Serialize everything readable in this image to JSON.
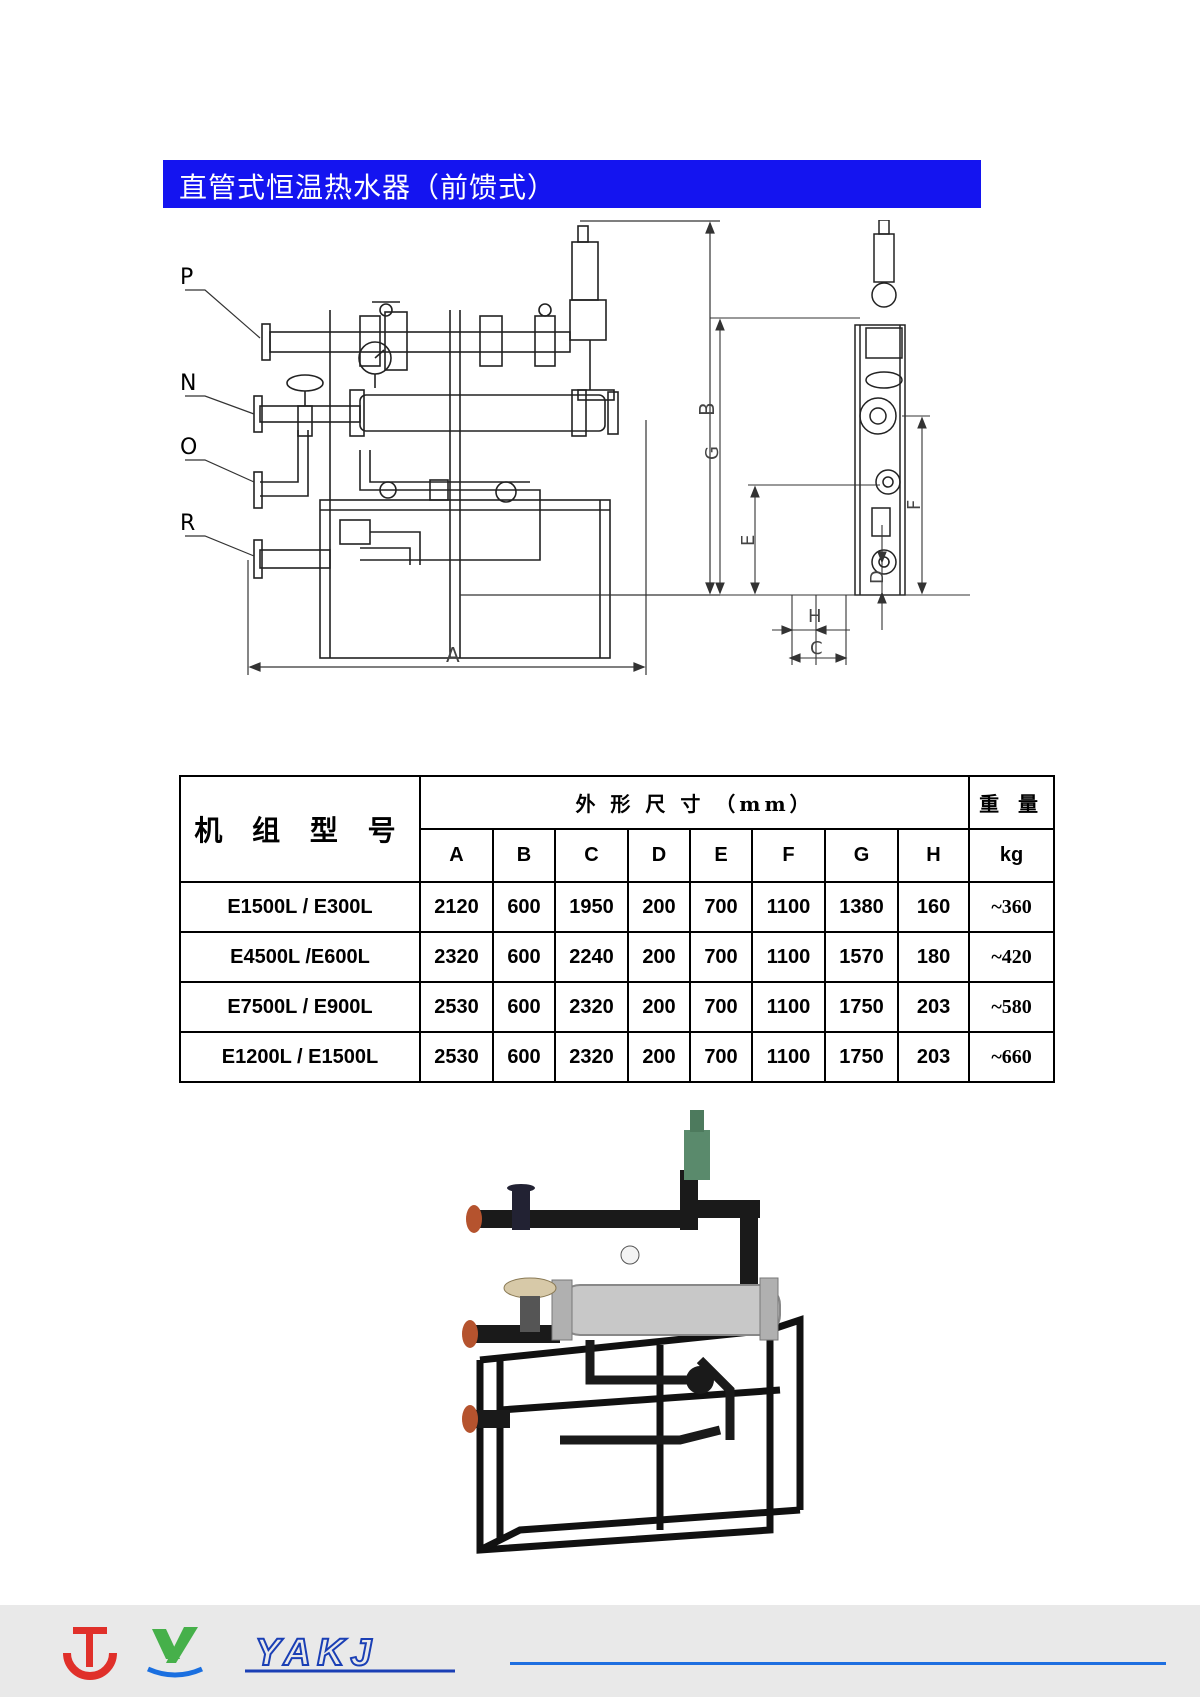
{
  "title": "直管式恒温热水器（前馈式）",
  "drawing": {
    "port_labels": [
      "P",
      "N",
      "O",
      "R"
    ],
    "dim_labels": [
      "A",
      "B",
      "C",
      "D",
      "E",
      "F",
      "G",
      "H"
    ]
  },
  "table": {
    "header_model": "机 组 型 号",
    "header_dims": "外 形 尺 寸        （mm）",
    "header_weight": "重 量",
    "columns": [
      "A",
      "B",
      "C",
      "D",
      "E",
      "F",
      "G",
      "H"
    ],
    "weight_unit": "kg",
    "rows": [
      {
        "model": "E1500L / E300L",
        "values": [
          "2120",
          "600",
          "1950",
          "200",
          "700",
          "1100",
          "1380",
          "160"
        ],
        "weight": "~360"
      },
      {
        "model": "E4500L /E600L",
        "values": [
          "2320",
          "600",
          "2240",
          "200",
          "700",
          "1100",
          "1570",
          "180"
        ],
        "weight": "~420"
      },
      {
        "model": "E7500L / E900L",
        "values": [
          "2530",
          "600",
          "2320",
          "200",
          "700",
          "1100",
          "1750",
          "203"
        ],
        "weight": "~580"
      },
      {
        "model": "E1200L / E1500L",
        "values": [
          "2530",
          "600",
          "2320",
          "200",
          "700",
          "1100",
          "1750",
          "203"
        ],
        "weight": "~660"
      }
    ]
  },
  "footer": {
    "brand": "YAKJ",
    "colors": {
      "logo_red": "#e0302a",
      "logo_green": "#46b04a",
      "logo_blue": "#1a6fe0",
      "line": "#1e6fe0"
    }
  }
}
